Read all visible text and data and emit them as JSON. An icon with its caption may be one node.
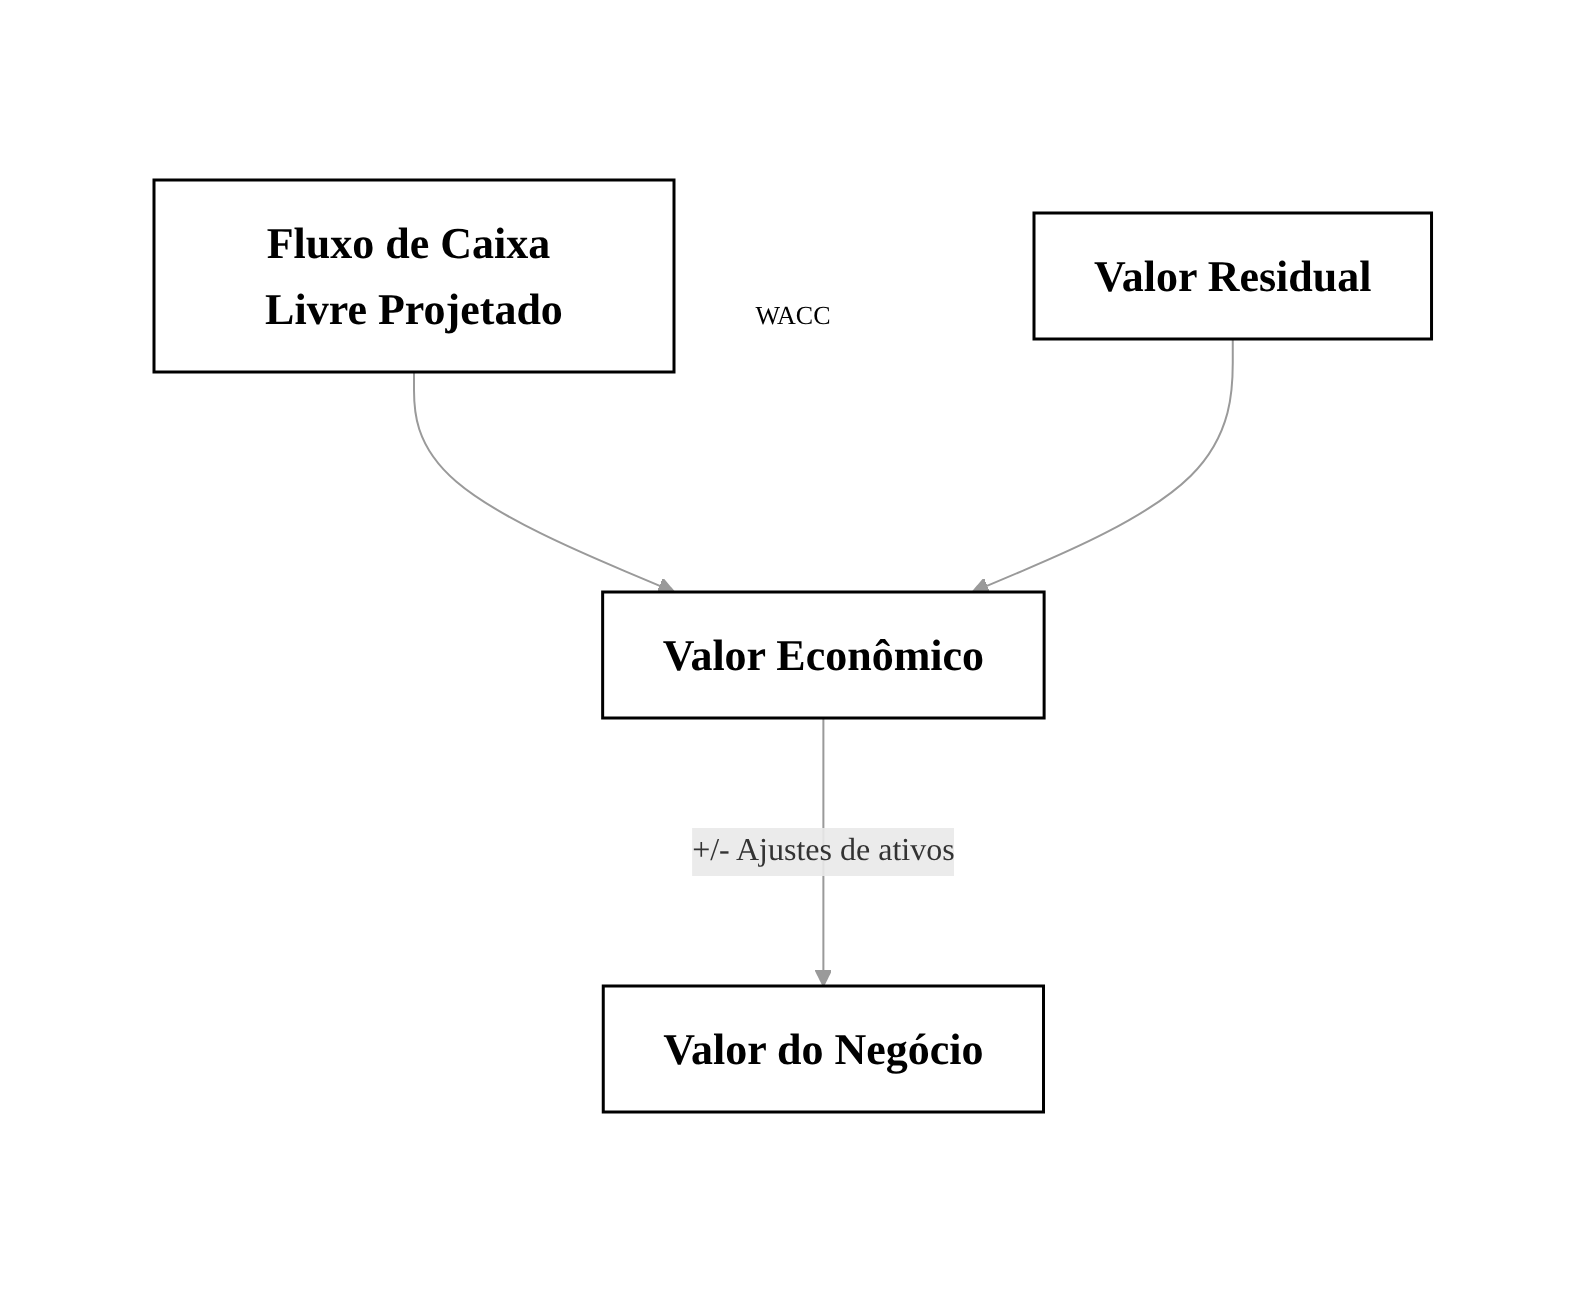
{
  "diagram": {
    "nodes": [
      {
        "text": [
          "Fluxo de Caixa Livre Projetado"
        ]
      },
      {
        "text": [
          "Valor Residual"
        ]
      },
      {
        "text": [
          "Valor Econômico"
        ]
      },
      {
        "text": [
          "Valor do Negócio"
        ]
      }
    ],
    "edges": [
      {
        "from": 0,
        "to": 2,
        "arrow": "to"
      },
      {
        "from": 1,
        "to": 2,
        "arrow": "to"
      },
      {
        "from": 2,
        "to": 3,
        "arrow": "to",
        "label": "+/- Ajustes de ativos"
      }
    ],
    "labels": [
      "WACC"
    ]
  }
}
